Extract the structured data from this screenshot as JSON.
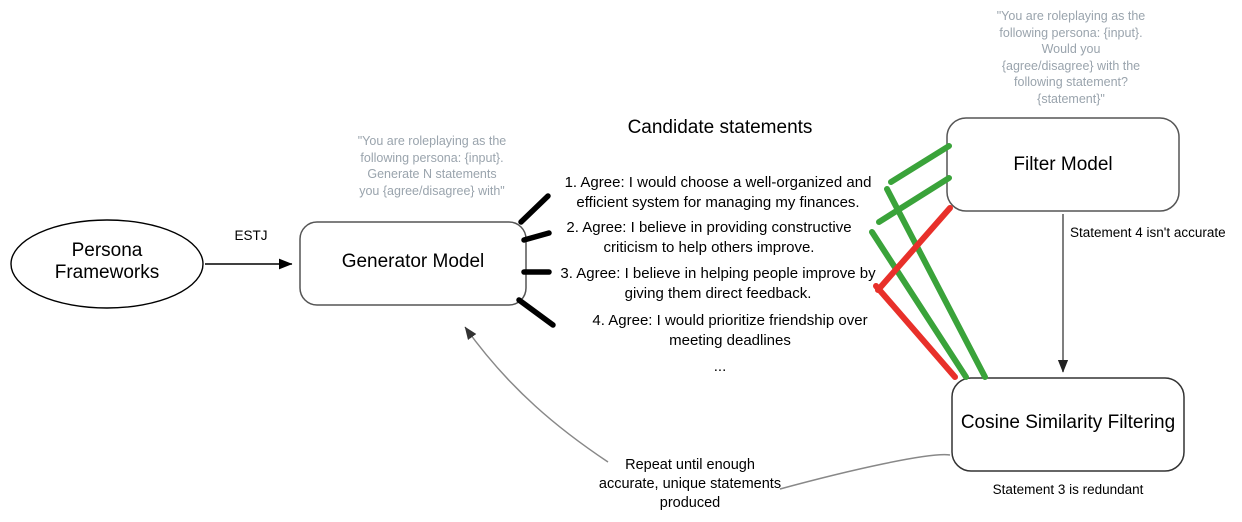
{
  "diagram": {
    "title": "Persona statement generation and filtering pipeline",
    "colors": {
      "accept": "#3aa33a",
      "reject": "#e8302a",
      "prompt_text": "#9aa4ad",
      "node_stroke": "#555555",
      "ink": "#000000"
    },
    "nodes": {
      "persona_frameworks": {
        "label_line1": "Persona",
        "label_line2": "Frameworks",
        "shape": "ellipse"
      },
      "generator_model": {
        "label": "Generator Model",
        "shape": "rounded-rect"
      },
      "filter_model": {
        "label": "Filter Model",
        "shape": "rounded-rect"
      },
      "cosine_filtering": {
        "label": "Cosine Similarity Filtering",
        "shape": "rounded-rect"
      }
    },
    "prompts": {
      "generator": {
        "line1": "\"You are roleplaying as the",
        "line2": "following persona: {input}.",
        "line3": "Generate N statements",
        "line4": "you {agree/disagree} with\""
      },
      "filter": {
        "line1": "\"You are roleplaying as the",
        "line2": "following persona: {input}.",
        "line3": "Would you",
        "line4": "{agree/disagree} with the",
        "line5": "following statement?",
        "line6": "{statement}\""
      }
    },
    "edges": {
      "persona_to_generator": "ESTJ",
      "filter_to_cosine": "Statement 4 isn't accurate"
    },
    "captions": {
      "cosine": "Statement 3 is redundant",
      "loop_line1": "Repeat until enough",
      "loop_line2": "accurate, unique statements",
      "loop_line3": "produced"
    },
    "statements_section": {
      "heading": "Candidate statements",
      "ellipsis": "...",
      "items": [
        {
          "line1": "1. Agree: I would choose a well-organized and",
          "line2": "efficient system for managing my finances.",
          "verdict": "accept"
        },
        {
          "line1": "2. Agree: I believe in providing constructive",
          "line2": "criticism to help others improve.",
          "verdict": "accept"
        },
        {
          "line1": "3. Agree: I believe in helping people improve by",
          "line2": "giving them direct feedback.",
          "verdict": "redundant"
        },
        {
          "line1": "4. Agree: I would prioritize friendship over",
          "line2": "meeting deadlines",
          "verdict": "reject"
        }
      ]
    }
  }
}
